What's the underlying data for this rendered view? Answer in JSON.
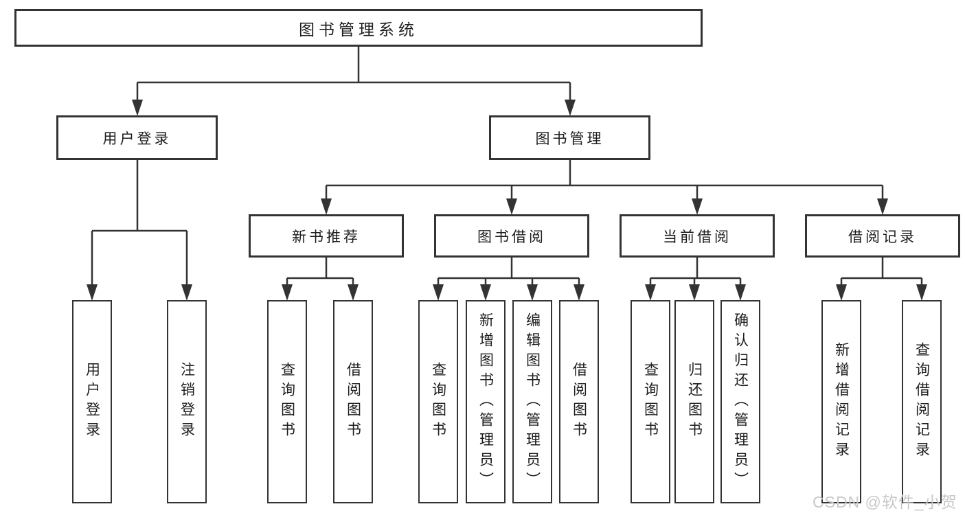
{
  "diagram_type": "org-hierarchy-flowchart",
  "colors": {
    "background": "#ffffff",
    "line": "#333333",
    "box_border": "#333333",
    "text": "#1d1d1d",
    "watermark": "#c8c8c8"
  },
  "nodes": {
    "root": {
      "label": "图书管理系统"
    },
    "level2": [
      {
        "label": "用户登录"
      },
      {
        "label": "图书管理"
      }
    ],
    "level3": [
      {
        "label": "新书推荐"
      },
      {
        "label": "图书借阅"
      },
      {
        "label": "当前借阅"
      },
      {
        "label": "借阅记录"
      }
    ],
    "leaves_login": [
      {
        "label": "用户登录"
      },
      {
        "label": "注销登录"
      }
    ],
    "leaves_newbook": [
      {
        "label": "查询图书"
      },
      {
        "label": "借阅图书"
      }
    ],
    "leaves_borrow": [
      {
        "label": "查询图书"
      },
      {
        "label": "新增图书（管理员）"
      },
      {
        "label": "编辑图书（管理员）"
      },
      {
        "label": "借阅图书"
      }
    ],
    "leaves_current": [
      {
        "label": "查询图书"
      },
      {
        "label": "归还图书"
      },
      {
        "label": "确认归还（管理员）"
      }
    ],
    "leaves_records": [
      {
        "label": "新增借阅记录"
      },
      {
        "label": "查询借阅记录"
      }
    ]
  },
  "watermark": {
    "text": "CSDN @软件_小贺同学"
  }
}
